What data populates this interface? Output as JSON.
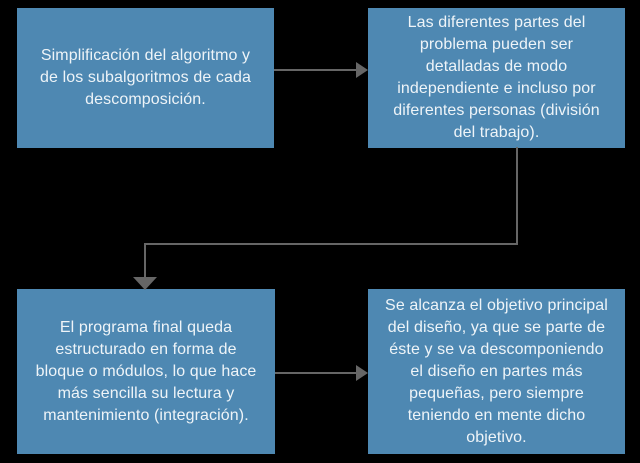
{
  "colors": {
    "background": "#000000",
    "box_fill": "#4e88b2",
    "box_text": "#eef4f8",
    "arrow": "#666666"
  },
  "diagram": {
    "type": "flow-diagram",
    "language": "es",
    "boxes": [
      {
        "position": "top-left",
        "text": "Simplificación del algoritmo y\nde los subalgoritmos de cada\ndescomposición."
      },
      {
        "position": "top-right",
        "text": "Las diferentes partes del\nproblema pueden ser\ndetalladas de modo\nindependiente e incluso por\ndiferentes personas (división\ndel trabajo)."
      },
      {
        "position": "bottom-left",
        "text": "El programa final queda\nestructurado en forma de\nbloque o módulos, lo que hace\nmás sencilla su lectura y\nmantenimiento (integración)."
      },
      {
        "position": "bottom-right",
        "text": "Se alcanza el objetivo principal\ndel diseño, ya que se parte de\néste y se va descomponiendo\nel diseño en partes más\npequeñas, pero siempre\nteniendo en mente dicho\nobjetivo."
      }
    ],
    "connectors": [
      {
        "from": "top-left",
        "to": "top-right",
        "shape": "straight",
        "direction": "right"
      },
      {
        "from": "top-right",
        "to": "bottom-left",
        "shape": "elbow",
        "direction": "down"
      },
      {
        "from": "bottom-left",
        "to": "bottom-right",
        "shape": "straight",
        "direction": "right"
      }
    ]
  }
}
